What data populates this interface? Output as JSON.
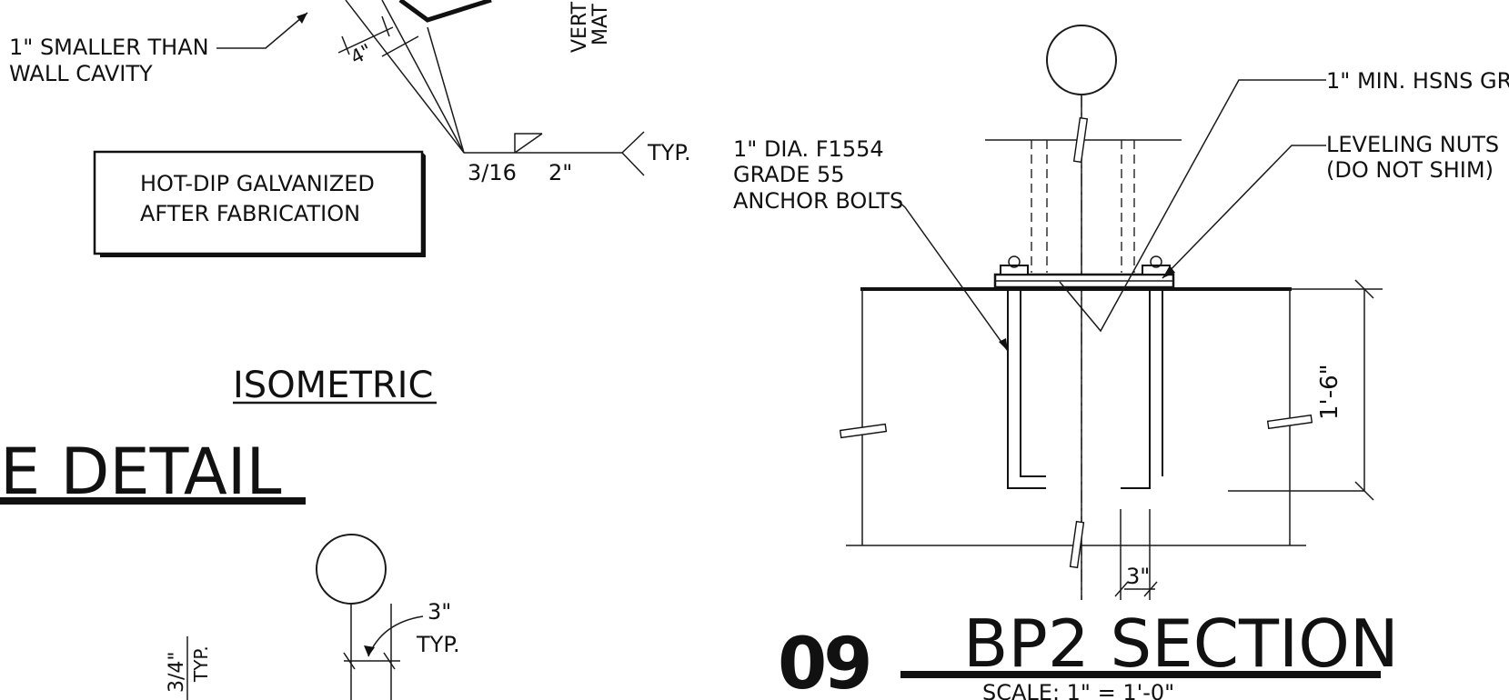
{
  "notes": {
    "smaller_than_1": "1\" SMALLER THAN",
    "smaller_than_2": "WALL CAVITY",
    "dim_4in": "4\"",
    "vertical_1": "VERT",
    "vertical_2": "MAT",
    "weld_size": "3/16",
    "weld_length": "2\"",
    "weld_typ": "TYP.",
    "galv_1": "HOT-DIP GALVANIZED",
    "galv_2": "AFTER FABRICATION",
    "isometric": "ISOMETRIC",
    "detail_title": "E  DETAIL",
    "bolt_1": "1\" DIA. F1554",
    "bolt_2": "GRADE 55",
    "bolt_3": "ANCHOR BOLTS",
    "grout": "1\" MIN. HSNS GR",
    "leveling_1": "LEVELING NUTS",
    "leveling_2": "(DO NOT SHIM)",
    "dim_embed": "1'-6\"",
    "dim_3in": "3\"",
    "dim_3in_typ_a": "3\"",
    "dim_3in_typ_b": "TYP.",
    "dim_34": "3/4\"",
    "dim_34_typ": "TYP."
  },
  "section": {
    "number": "09",
    "title": "BP2  SECTION",
    "scale": "SCALE:  1\"  =  1'-0\""
  }
}
